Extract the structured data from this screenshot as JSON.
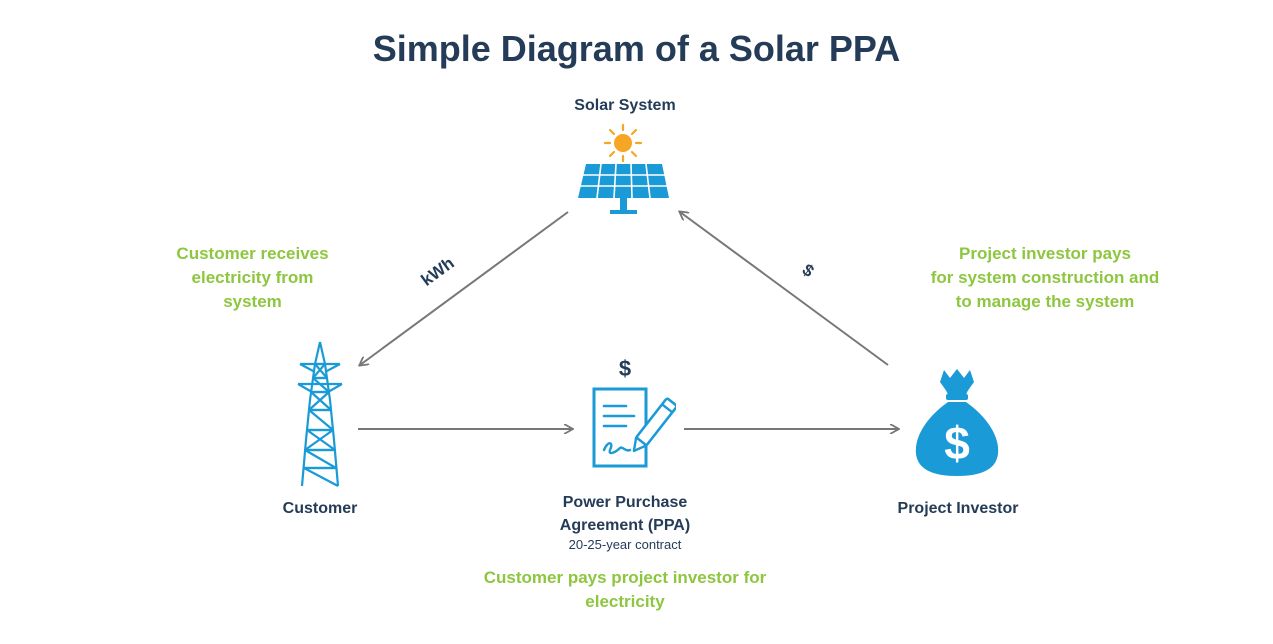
{
  "title": "Simple Diagram of a Solar PPA",
  "nodes": {
    "solar": {
      "label": "Solar System",
      "icon": "solar-panel-sun-icon"
    },
    "customer": {
      "label": "Customer",
      "icon": "transmission-tower-icon"
    },
    "ppa": {
      "label_line1": "Power Purchase",
      "label_line2": "Agreement (PPA)",
      "sublabel": "20-25-year contract",
      "icon": "signed-contract-icon",
      "symbol": "$"
    },
    "investor": {
      "label": "Project Investor",
      "icon": "money-bag-icon",
      "symbol": "$"
    }
  },
  "edges": {
    "kwh": "kWh",
    "dollar": "$"
  },
  "notes": {
    "left": [
      "Customer receives",
      "electricity from",
      "system"
    ],
    "right": [
      "Project investor pays",
      "for system construction and",
      "to manage the system"
    ],
    "bottom": [
      "Customer pays project investor for",
      "electricity"
    ]
  },
  "colors": {
    "title": "#243c57",
    "green": "#8dc63f",
    "icon_blue": "#1a9ad6",
    "sun": "#f5a623",
    "arrow": "#777777"
  }
}
